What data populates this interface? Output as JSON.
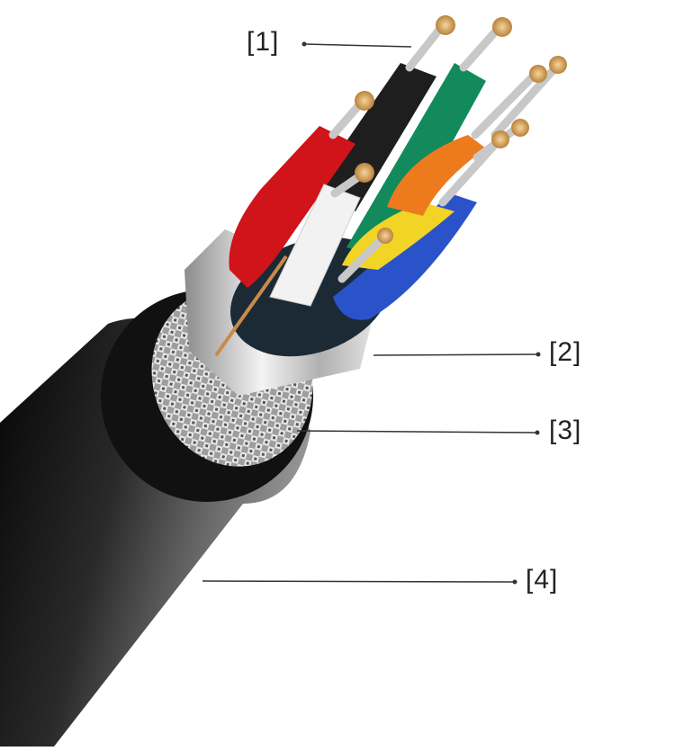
{
  "callouts": [
    {
      "id": "1",
      "label": "[1]"
    },
    {
      "id": "2",
      "label": "[2]"
    },
    {
      "id": "3",
      "label": "[3]"
    },
    {
      "id": "4",
      "label": "[4]"
    }
  ],
  "colors": {
    "jacket": "#1a1a1a",
    "braid": "#bdbdbd",
    "foil": "#d9d9d9",
    "wire_black": "#1e1e1e",
    "wire_green": "#138a5c",
    "wire_red": "#d0141a",
    "wire_white": "#f2f2f2",
    "wire_orange": "#ee7a1e",
    "wire_yellow": "#f2d426",
    "wire_blue": "#2a52c9",
    "copper": "#d9a45c",
    "leader": "#333333"
  }
}
